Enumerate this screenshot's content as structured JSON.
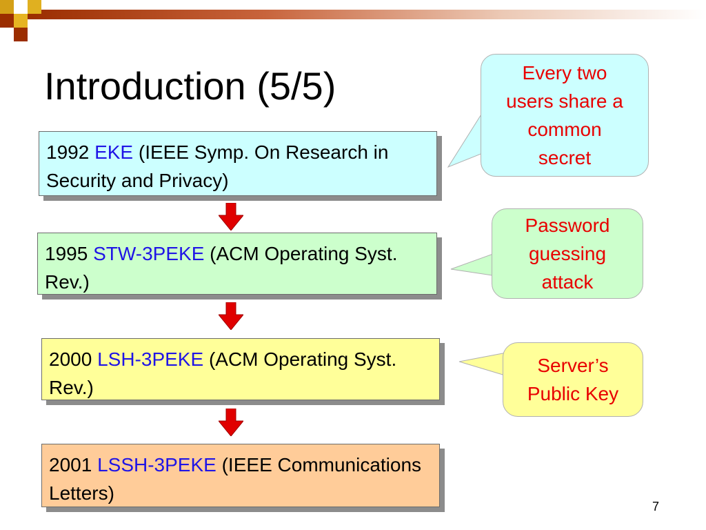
{
  "title": "Introduction (5/5)",
  "boxes": [
    {
      "year": "1992",
      "name": "EKE",
      "rest": "(IEEE Symp. On Research in Security and Privacy)",
      "bg": "#ccffff"
    },
    {
      "year": "1995",
      "name": "STW-3PEKE",
      "rest": "(ACM Operating Syst. Rev.)",
      "bg": "#ccffcc"
    },
    {
      "year": "2000",
      "name": "LSH-3PEKE",
      "rest": "(ACM Operating Syst. Rev.)",
      "bg": "#ffff99"
    },
    {
      "year": "2001",
      "name": "LSSH-3PEKE",
      "rest": "(IEEE Communications Letters)",
      "bg": "#ffcc99"
    }
  ],
  "callouts": [
    {
      "text": "Every two users share a common secret",
      "bg": "#ccffff"
    },
    {
      "text": "Password guessing attack",
      "bg": "#ccffcc"
    },
    {
      "text": "Server’s Public Key",
      "bg": "#ffff99"
    }
  ],
  "colors": {
    "keyword": "#1f14e6",
    "callout_text": "#e80000",
    "arrow": "#e00000"
  },
  "page_number": "7"
}
